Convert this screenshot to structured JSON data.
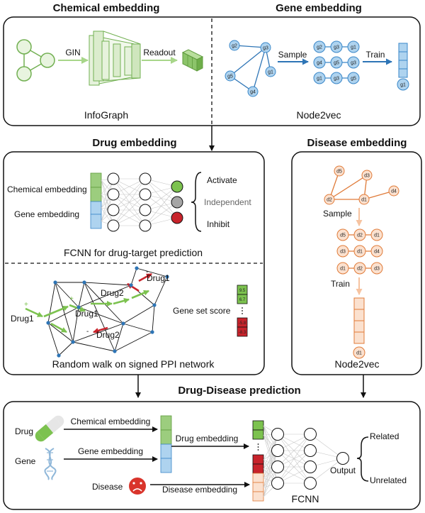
{
  "titles": {
    "chemical": "Chemical embedding",
    "gene": "Gene embedding",
    "drug": "Drug embedding",
    "disease": "Disease embedding",
    "prediction": "Drug-Disease prediction"
  },
  "chemical_panel": {
    "gin_label": "GIN",
    "readout_label": "Readout",
    "caption": "InfoGraph"
  },
  "gene_panel": {
    "sample_label": "Sample",
    "train_label": "Train",
    "caption": "Node2vec",
    "graph_nodes": [
      "g1",
      "g2",
      "g3",
      "g4",
      "g5"
    ],
    "walks": [
      [
        "g2",
        "g3",
        "g1"
      ],
      [
        "g4",
        "g5",
        "g3"
      ],
      [
        "g1",
        "g3",
        "g5"
      ]
    ],
    "output_label": "g1"
  },
  "drug_panel": {
    "input_top": "Chemical embedding",
    "input_bottom": "Gene embedding",
    "outputs": [
      "Activate",
      "Independent",
      "Inhibit"
    ],
    "caption_fcnn": "FCNN for drug-target prediction",
    "walk_labels": {
      "drug1_right": "Drug1",
      "drug2_top": "Drug2",
      "drug1_mid": "Drug1",
      "drug1_left": "Drug1",
      "drug2_bottom": "Drug2"
    },
    "score_label": "Gene set score",
    "scores_top": [
      "9.5",
      "6.7"
    ],
    "scores_bottom": [
      "-5.8",
      "-8.3"
    ],
    "caption_walk": "Random walk on signed PPI network"
  },
  "disease_panel": {
    "graph_nodes": [
      "d1",
      "d2",
      "d3",
      "d4",
      "d5"
    ],
    "sample_label": "Sample",
    "walks": [
      [
        "d5",
        "d2",
        "d1"
      ],
      [
        "d3",
        "d1",
        "d4"
      ],
      [
        "d1",
        "d2",
        "d3"
      ]
    ],
    "train_label": "Train",
    "output_label": "d1",
    "caption": "Node2vec"
  },
  "prediction_panel": {
    "drug_label": "Drug",
    "gene_label": "Gene",
    "disease_label": "Disease",
    "chem_arrow": "Chemical embedding",
    "gene_arrow": "Gene embedding",
    "disease_arrow": "Disease embedding",
    "drug_arrow": "Drug embedding",
    "output_label": "Output",
    "results": [
      "Related",
      "Unrelated"
    ],
    "caption": "FCNN"
  },
  "colors": {
    "chem_green": "#9ccd7e",
    "gene_blue": "#aed3ef",
    "gene_stroke": "#3a87c8",
    "disease_orange": "#fbe1cf",
    "disease_stroke": "#e07b39",
    "inhibit_red": "#c8232b",
    "neutral_gray": "#a6a6a6"
  }
}
